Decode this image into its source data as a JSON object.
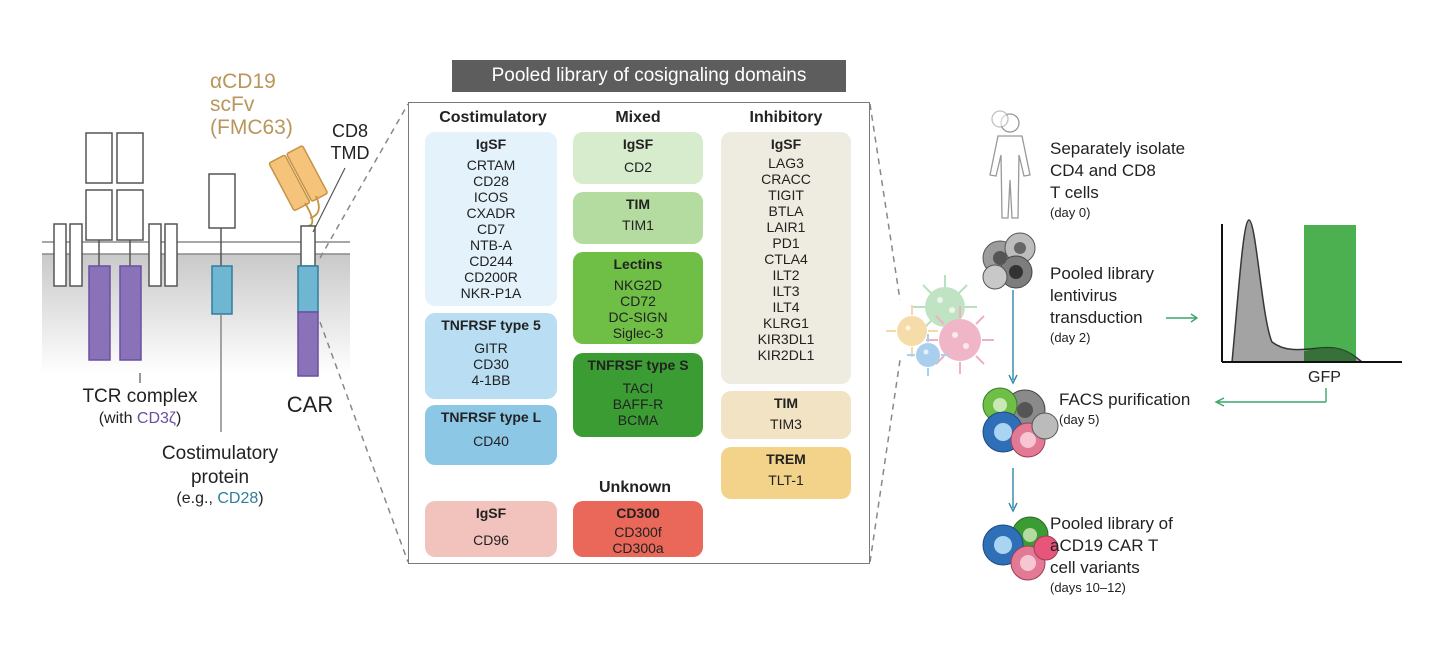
{
  "left": {
    "tcr_complex_title": "TCR complex",
    "tcr_complex_sub_prefix": "(with ",
    "tcr_complex_sub_accent": "CD3ζ",
    "tcr_complex_sub_suffix": ")",
    "costim_title_line1": "Costimulatory",
    "costim_title_line2": "protein",
    "costim_sub_prefix": "(e.g., ",
    "costim_sub_accent": "CD28",
    "costim_sub_suffix": ")",
    "car_label": "CAR",
    "scfv_line1": "αCD19",
    "scfv_line2": "scFv",
    "scfv_line3": "(FMC63)",
    "tmd_line1": "CD8",
    "tmd_line2": "TMD"
  },
  "library": {
    "banner": "Pooled library of cosignaling domains",
    "columns": {
      "costimulatory": "Costimulatory",
      "mixed": "Mixed",
      "inhibitory": "Inhibitory",
      "unknown": "Unknown"
    },
    "groups": {
      "costim_igsf": {
        "header": "IgSF",
        "items": [
          "CRTAM",
          "CD28",
          "ICOS",
          "CXADR",
          "CD7",
          "NTB-A",
          "CD244",
          "CD200R",
          "NKR-P1A"
        ]
      },
      "costim_tnfrsf5": {
        "header": "TNFRSF type 5",
        "items": [
          "GITR",
          "CD30",
          "4-1BB"
        ]
      },
      "costim_tnfrsfl": {
        "header": "TNFRSF type L",
        "items": [
          "CD40"
        ]
      },
      "mixed_igsf": {
        "header": "IgSF",
        "items": [
          "CD2"
        ]
      },
      "mixed_tim": {
        "header": "TIM",
        "items": [
          "TIM1"
        ]
      },
      "mixed_lectins": {
        "header": "Lectins",
        "items": [
          "NKG2D",
          "CD72",
          "DC-SIGN",
          "Siglec-3"
        ]
      },
      "mixed_tnfrsfs": {
        "header": "TNFRSF type S",
        "items": [
          "TACI",
          "BAFF-R",
          "BCMA"
        ]
      },
      "inhib_igsf": {
        "header": "IgSF",
        "items": [
          "LAG3",
          "CRACC",
          "TIGIT",
          "BTLA",
          "LAIR1",
          "PD1",
          "CTLA4",
          "ILT2",
          "ILT3",
          "ILT4",
          "KLRG1",
          "KIR3DL1",
          "KIR2DL1"
        ]
      },
      "inhib_tim": {
        "header": "TIM",
        "items": [
          "TIM3"
        ]
      },
      "inhib_trem": {
        "header": "TREM",
        "items": [
          "TLT-1"
        ]
      },
      "unknown_igsf": {
        "header": "IgSF",
        "items": [
          "CD96"
        ]
      },
      "unknown_cd300": {
        "header": "CD300",
        "items": [
          "CD300f",
          "CD300a"
        ]
      }
    }
  },
  "workflow": {
    "step1": {
      "line1": "Separately isolate",
      "line2": "CD4 and CD8",
      "line3": "T cells",
      "day": "(day 0)"
    },
    "step2": {
      "line1": "Pooled library",
      "line2": "lentivirus",
      "line3": "transduction",
      "day": "(day 2)"
    },
    "step3": {
      "line1": "FACS purification",
      "day": "(day 5)"
    },
    "step4": {
      "line1": "Pooled library of",
      "line2": "aCD19 CAR T",
      "line3": "cell variants",
      "day": "(days 10–12)"
    },
    "gfp_label": "GFP"
  },
  "colors": {
    "purple": "#8a72b8",
    "blue_domain": "#6fb6d3",
    "scfv": "#f5c47a",
    "costim_light": "#e3f2fb",
    "costim_mid": "#b9def3",
    "costim_dark": "#8dc7e6",
    "mixed_light": "#d7ebcd",
    "mixed_mid": "#b5dca0",
    "mixed_green": "#6fbe45",
    "mixed_dark": "#3a9c32",
    "inhib_light": "#eeebe0",
    "inhib_mid": "#f1e3c3",
    "inhib_trem": "#f3d38a",
    "unknown_pink": "#f2c3bd",
    "unknown_red": "#e9685a",
    "gfp_green": "#4caf50"
  }
}
